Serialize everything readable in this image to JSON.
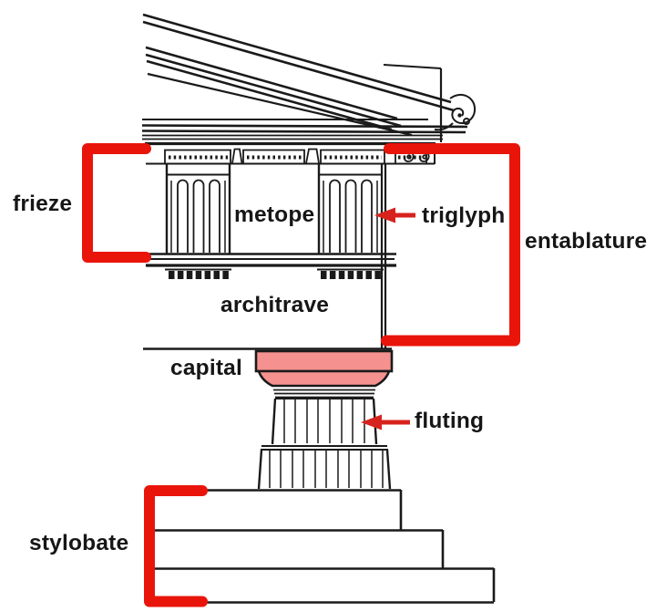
{
  "diagram": {
    "labels": {
      "frieze": "frieze",
      "metope": "metope",
      "triglyph": "triglyph",
      "entablature": "entablature",
      "architrave": "architrave",
      "capital": "capital",
      "fluting": "fluting",
      "stylobate": "stylobate"
    },
    "colors": {
      "bracket_red": "#e9150b",
      "arrow_red": "#d7231d",
      "capital_pink": "#f5928f",
      "ink": "#1a1a1a",
      "background": "#ffffff"
    }
  }
}
